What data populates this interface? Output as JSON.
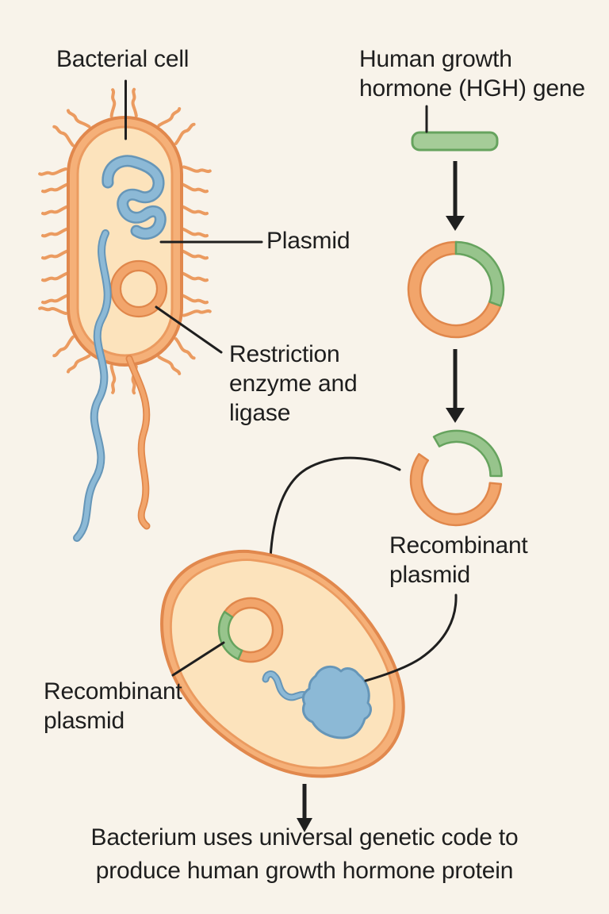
{
  "palette": {
    "background": "#f8f3ea",
    "orange_wall": "#f5b078",
    "orange_stroke": "#e1884d",
    "orange_inner_stroke": "#eb9b60",
    "cytoplasm": "#fce3bc",
    "ring_orange": "#f2a56b",
    "ring_orange_stroke": "#e0874b",
    "green": "#97c48c",
    "green_light": "#a5cc98",
    "green_stroke": "#66a35e",
    "blue": "#8cb9d6",
    "blue_stroke": "#6696b8",
    "line": "#1f1f1f",
    "text": "#1e1e1e"
  },
  "labels": {
    "bacterial_cell": "Bacterial cell",
    "hgh_gene": "Human growth\nhormone (HGH) gene",
    "plasmid": "Plasmid",
    "restriction_enzyme": "Restriction\nenzyme and\nligase",
    "recombinant_plasmid_right": "Recombinant\nplasmid",
    "recombinant_plasmid_left": "Recombinant\nplasmid",
    "caption": "Bacterium uses universal genetic code to\nproduce human growth hormone protein"
  }
}
